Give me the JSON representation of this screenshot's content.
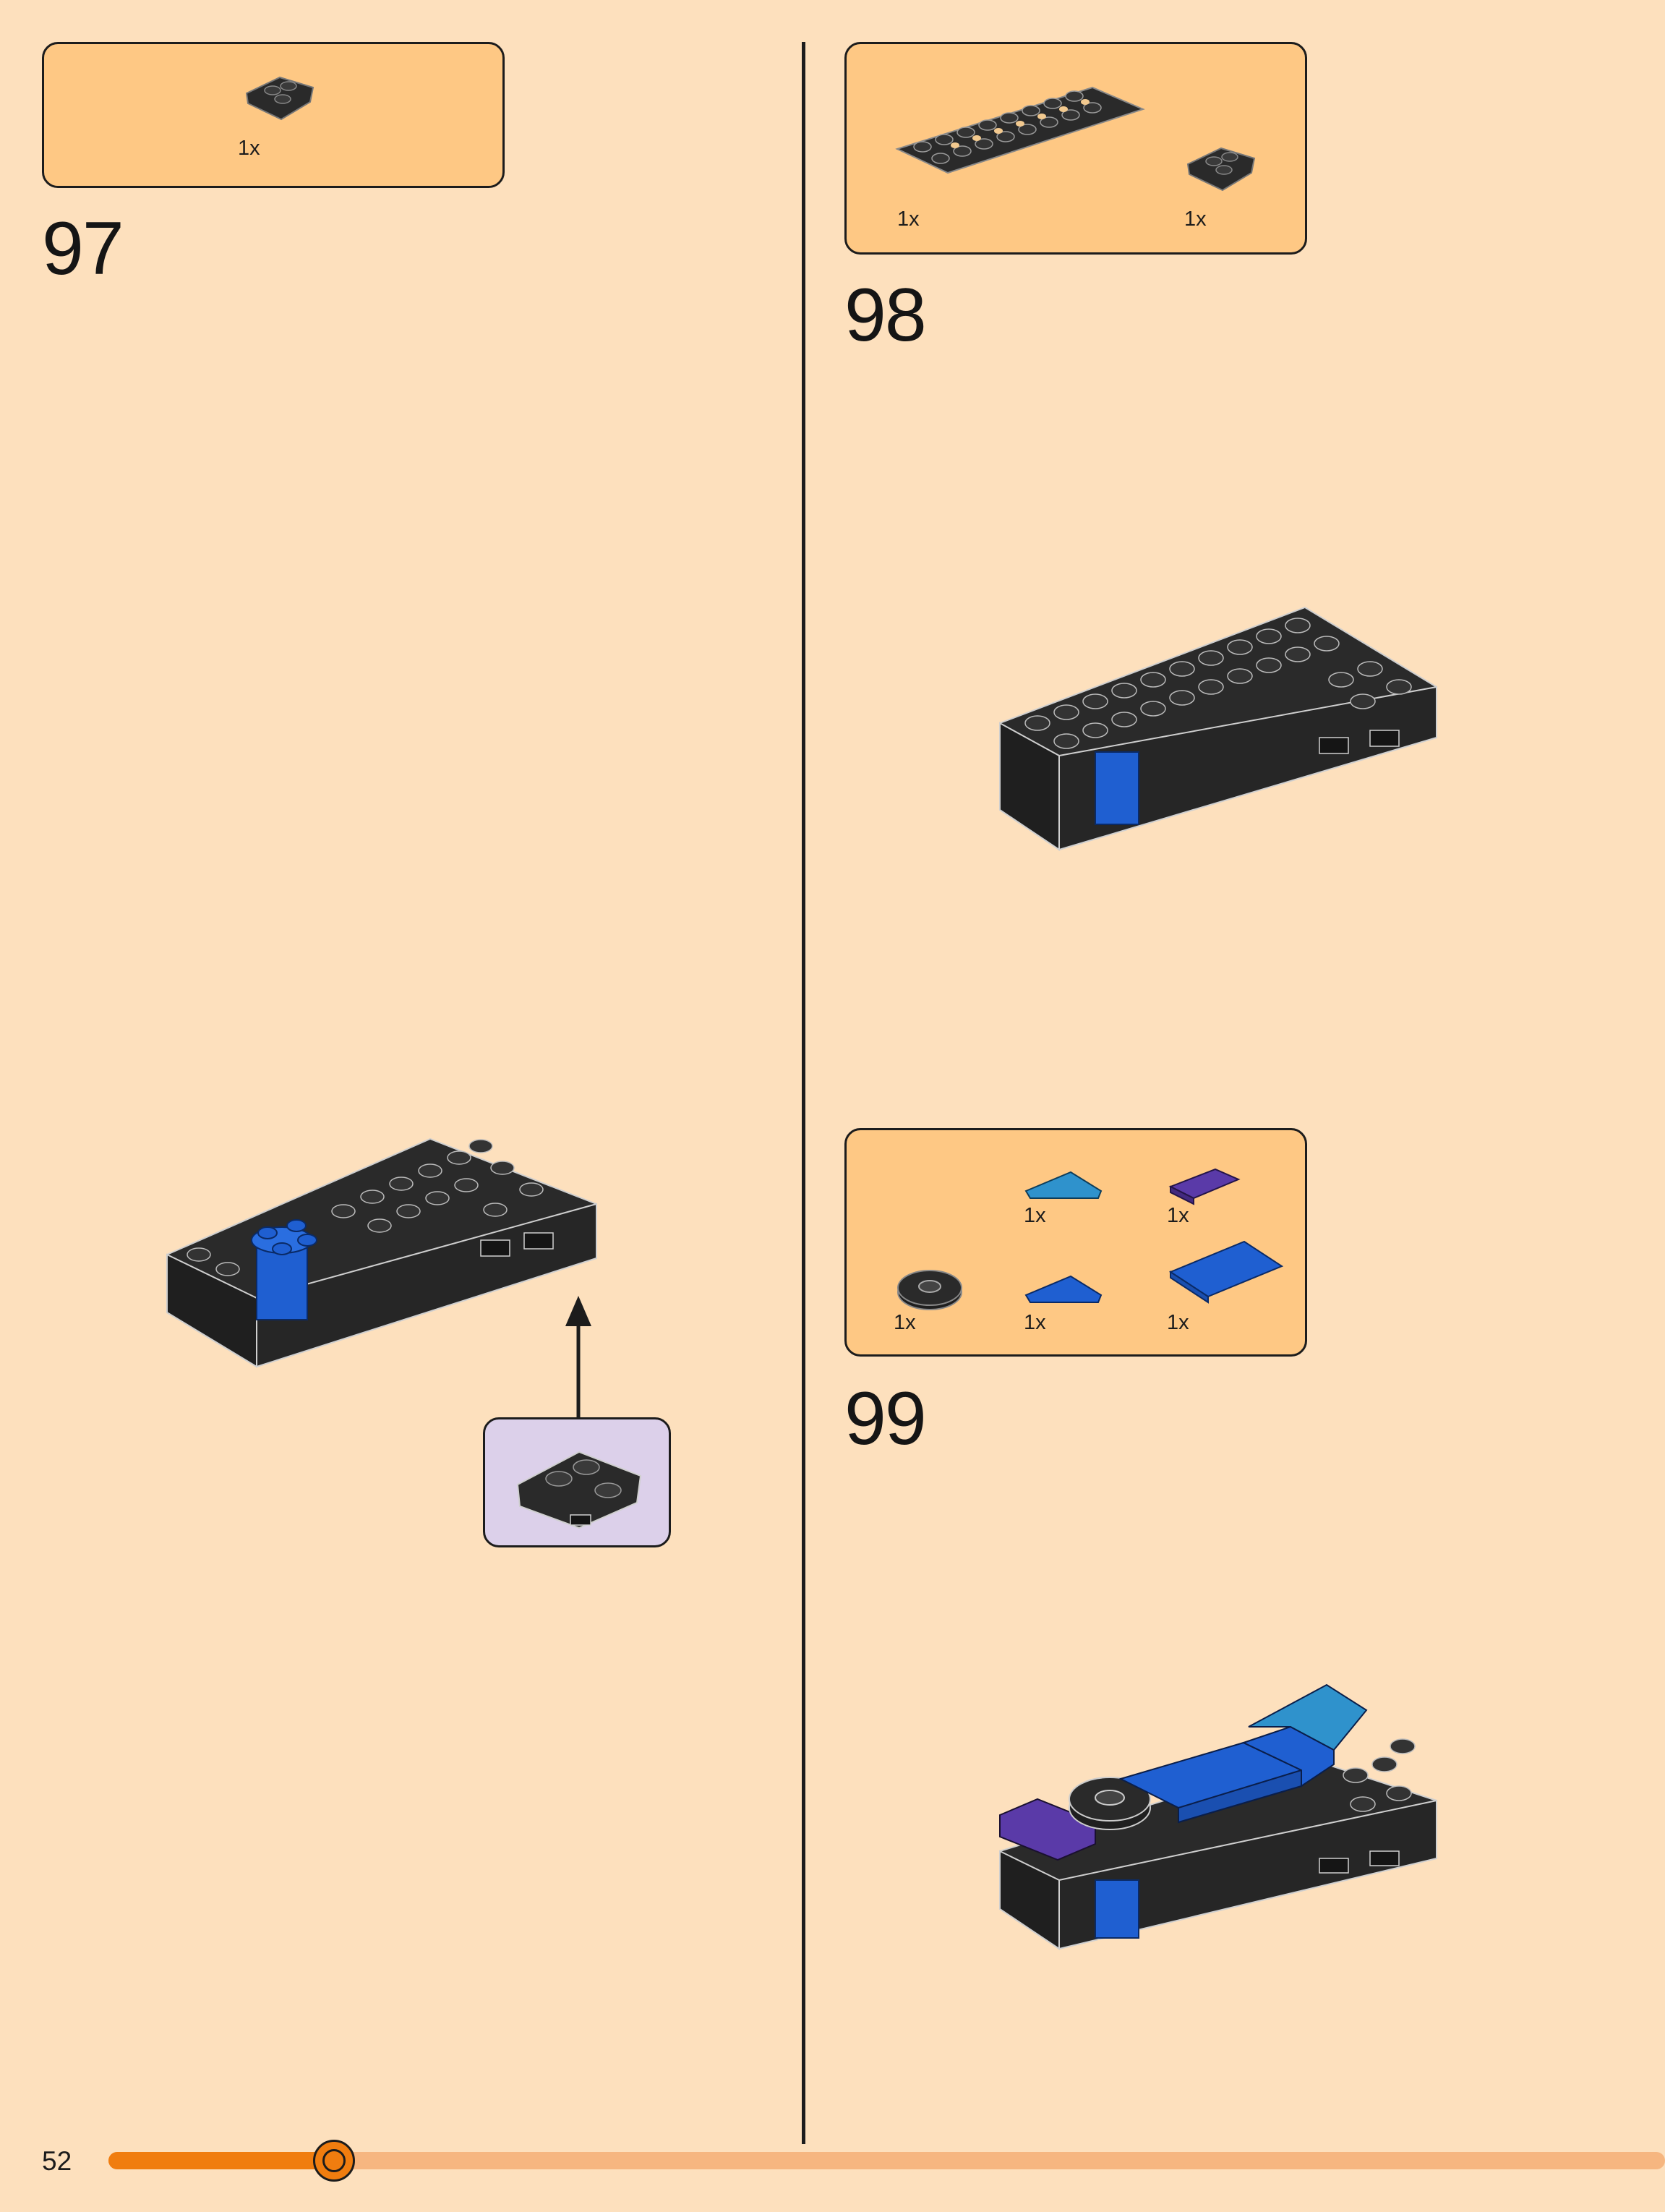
{
  "page": {
    "number": "52"
  },
  "progress": {
    "fraction": 0.145
  },
  "colors": {
    "background": "#fde0bd",
    "parts_box": "#fec884",
    "callout_box": "#dcd0ea",
    "progress_fill": "#f07d0f",
    "progress_track": "#f6b680",
    "black_brick": "#2a2a2a",
    "blue_brick": "#1f5fd1",
    "azure_brick": "#2f92cc",
    "purple_brick": "#5a3aa8"
  },
  "steps": [
    {
      "number": "97",
      "parts": [
        {
          "icon": "wedge-plate-2x2-black-icon",
          "qty": "1x"
        }
      ],
      "callout_part": "wedge-plate-2x2-black-icon"
    },
    {
      "number": "98",
      "parts": [
        {
          "icon": "technic-plate-2x8-black-icon",
          "qty": "1x"
        },
        {
          "icon": "wedge-plate-2x2-black-icon",
          "qty": "1x"
        }
      ]
    },
    {
      "number": "99",
      "parts": [
        {
          "icon": "tile-triangle-azure-icon",
          "qty": "1x"
        },
        {
          "icon": "tile-1x2-purple-icon",
          "qty": "1x"
        },
        {
          "icon": "round-plate-2x2-black-icon",
          "qty": "1x"
        },
        {
          "icon": "tile-triangle-blue-icon",
          "qty": "1x"
        },
        {
          "icon": "tile-2x4-blue-icon",
          "qty": "1x"
        }
      ]
    }
  ]
}
